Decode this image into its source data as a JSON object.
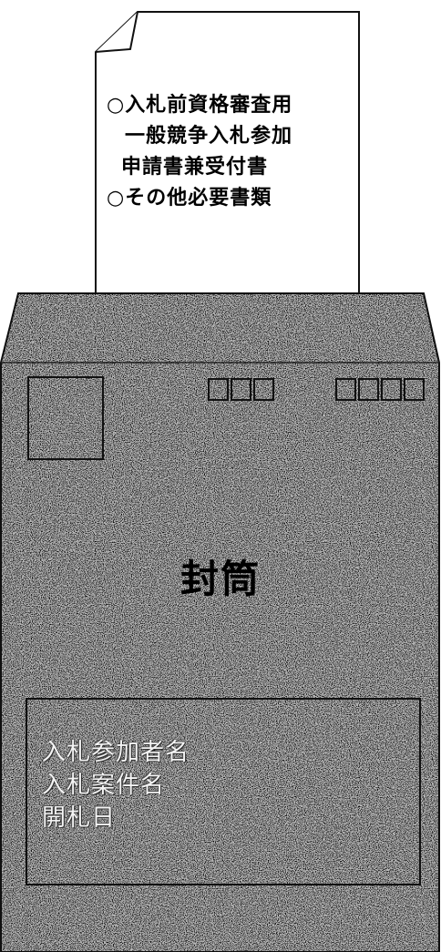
{
  "document": {
    "lines": [
      "○入札前資格審査用",
      "一般競争入札参加",
      "申請書兼受付書",
      "○その他必要書類"
    ]
  },
  "envelope": {
    "title": "封筒",
    "address_lines": [
      "入札参加者名",
      "入札案件名",
      "開札日"
    ],
    "postal_code_left_boxes": 3,
    "postal_code_right_boxes": 4
  }
}
